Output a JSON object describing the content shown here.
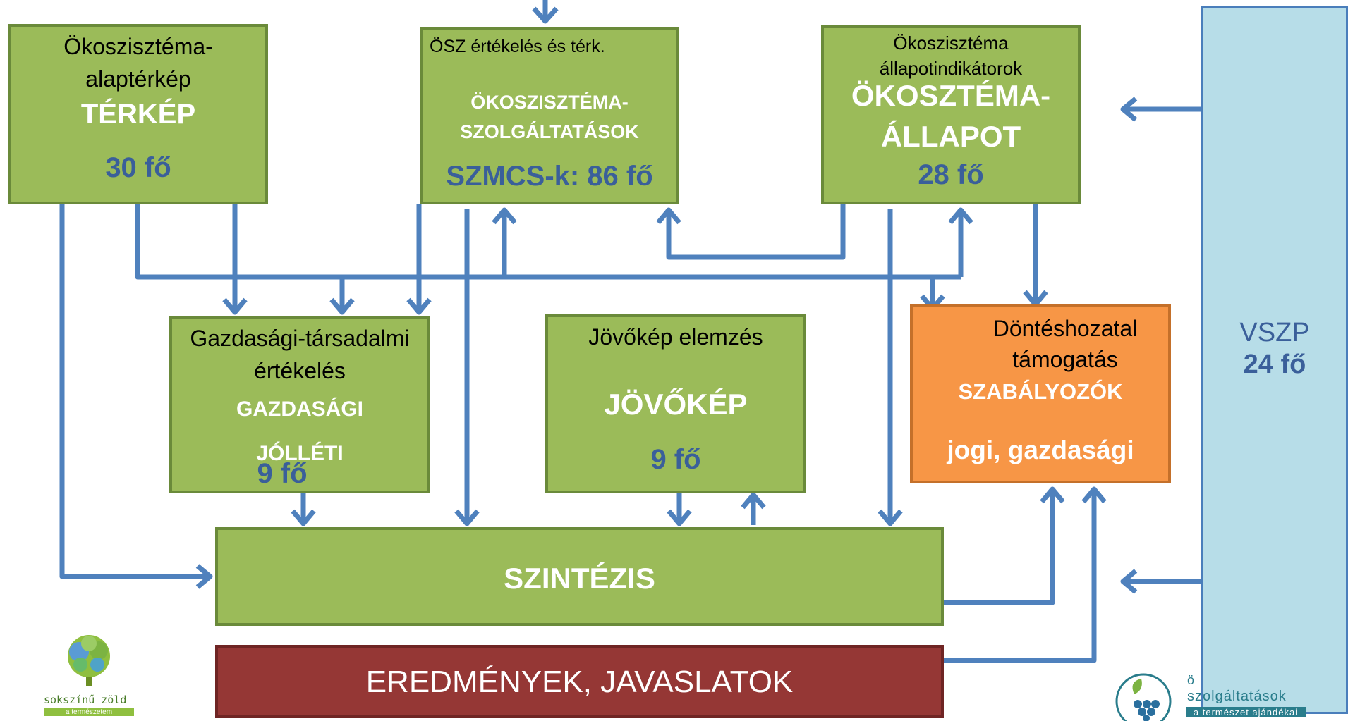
{
  "terkep": {
    "sub": "Ökoszisztéma-",
    "sub2": "alaptérkép",
    "title": "TÉRKÉP",
    "count": "30 fő"
  },
  "szolg": {
    "sub": "ÖSZ értékelés és térk.",
    "title1": "ÖKOSZISZTÉMA-",
    "title2": "SZOLGÁLTATÁSOK",
    "count": "SZMCS-k: 86 fő"
  },
  "allapot": {
    "sub": "Ökoszisztéma",
    "sub2": "állapotindikátorok",
    "title1": "ÖKOSZTÉMA-",
    "title2": "ÁLLAPOT",
    "count": "28 fő"
  },
  "gazd": {
    "sub": "Gazdasági-társadalmi",
    "sub2": "értékelés",
    "title1": "GAZDASÁGI",
    "title2": "JÓLLÉTI",
    "count": "9 fő"
  },
  "jovo": {
    "sub": "Jövőkép elemzés",
    "title": "JÖVŐKÉP",
    "count": "9 fő"
  },
  "dont": {
    "sub": "Döntéshozatal",
    "sub2": "támogatás",
    "title": "SZABÁLYOZÓK",
    "title2": "jogi, gazdasági"
  },
  "vszp": {
    "title": "VSZP",
    "count": "24 fő"
  },
  "szintezis": {
    "title": "SZINTÉZIS"
  },
  "eredmenyek": {
    "title": "EREDMÉNYEK, JAVASLATOK"
  },
  "logo_left": {
    "line1": "sokszínű zöld",
    "line2": "a természetem"
  },
  "logo_right": {
    "line1": "ö",
    "line2": "szolgáltatások",
    "line3": "a természet ajándékai"
  },
  "colors": {
    "green": "#9bbb59",
    "orange": "#f79646",
    "red": "#953735",
    "blue": "#b7dde8",
    "arrow": "#4f81bd"
  }
}
